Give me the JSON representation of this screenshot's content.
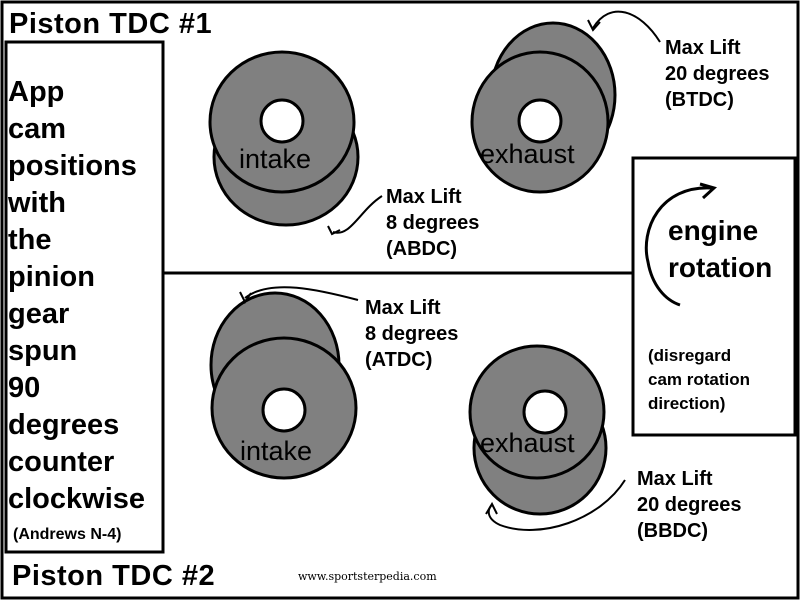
{
  "headers": {
    "top": "Piston TDC #1",
    "bottom": "Piston TDC #2"
  },
  "side_panel": {
    "lines": [
      "App",
      "cam",
      "positions",
      "with",
      "the",
      "pinion",
      "gear",
      "spun",
      "90",
      "degrees",
      "counter",
      "clockwise"
    ],
    "note": "(Andrews N-4)"
  },
  "cams": {
    "top_intake": "intake",
    "top_exhaust": "exhaust",
    "bottom_intake": "intake",
    "bottom_exhaust": "exhaust"
  },
  "max_lift": {
    "top_exhaust": [
      "Max Lift",
      "20 degrees",
      "(BTDC)"
    ],
    "top_intake": [
      "Max Lift",
      "8 degrees",
      "(ABDC)"
    ],
    "bottom_intake": [
      "Max Lift",
      "8 degrees",
      "(ATDC)"
    ],
    "bottom_exhaust": [
      "Max Lift",
      "20 degrees",
      "(BBDC)"
    ]
  },
  "rotation_panel": {
    "title_lines": [
      "engine",
      "rotation"
    ],
    "note_lines": [
      "(disregard",
      "cam rotation",
      "direction)"
    ]
  },
  "watermark": "www.sportsterpedia.com",
  "colors": {
    "cam_fill": "#808080",
    "stroke": "#000000",
    "background": "#ffffff"
  }
}
